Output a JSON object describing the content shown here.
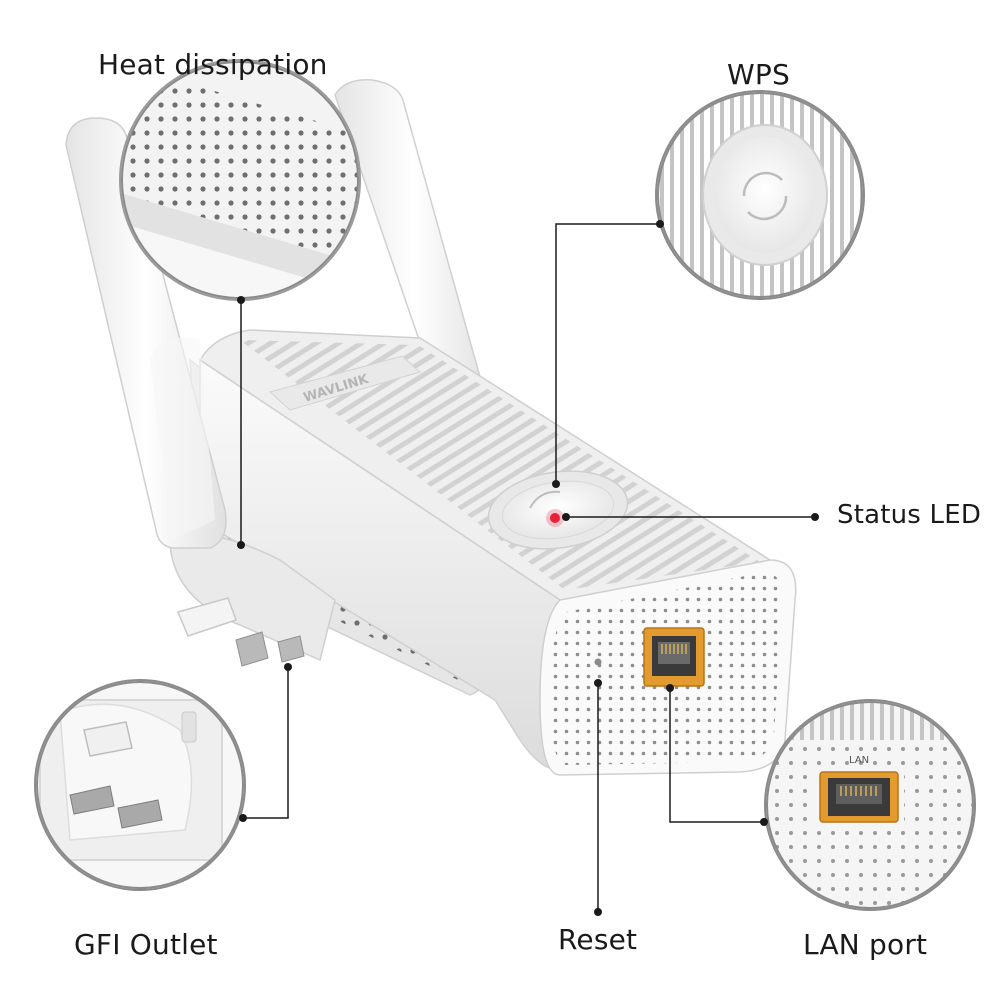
{
  "brand": "WAVLINK",
  "callouts": {
    "heat_dissipation": "Heat dissipation",
    "wps": "WPS",
    "status_led": "Status LED",
    "gfi_outlet": "GFI Outlet",
    "reset": "Reset",
    "lan_port": "LAN port"
  },
  "lan_port_marking": "LAN",
  "colors": {
    "device_body": "#f2f2f2",
    "vent_lines": "#c9c9c9",
    "led": "#e8203a",
    "port_orange": "#e39a2e",
    "leader_line": "#1a1a1a"
  }
}
